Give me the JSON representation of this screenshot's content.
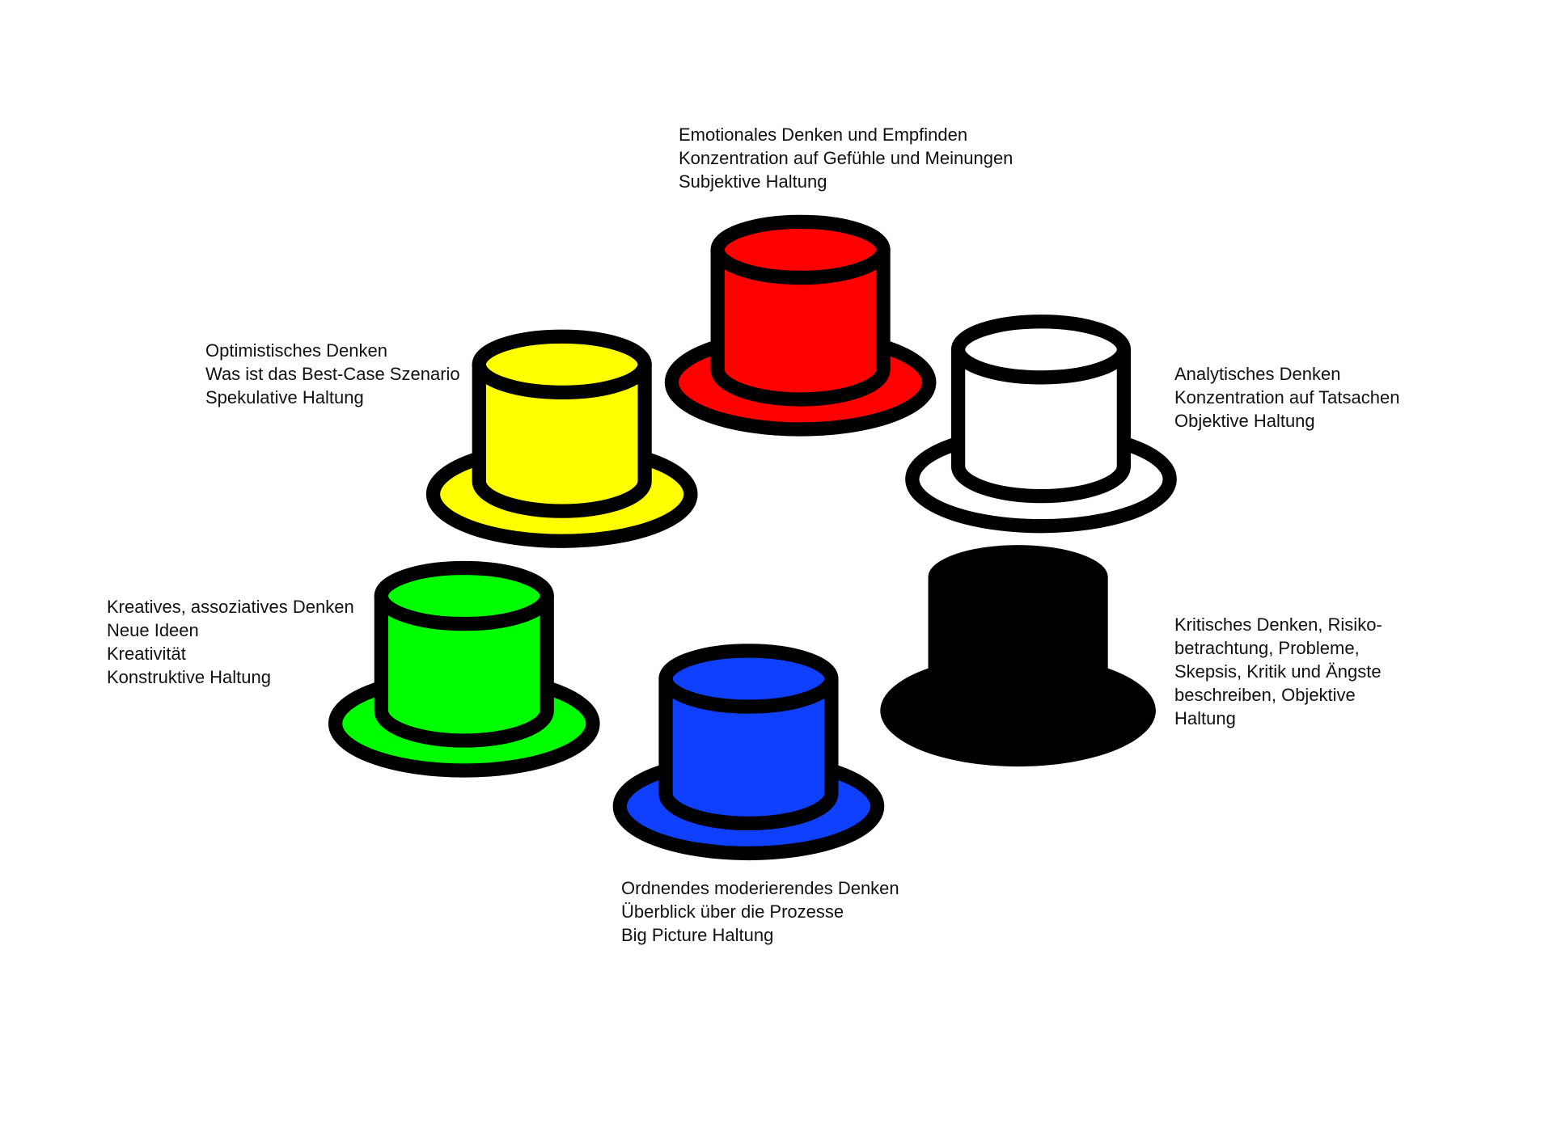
{
  "hats": [
    {
      "id": "red",
      "color": "#ff0000",
      "lines": [
        "Emotionales Denken und Empfinden",
        "Konzentration auf Gefühle und Meinungen",
        "Subjektive Haltung"
      ]
    },
    {
      "id": "yellow",
      "color": "#ffff00",
      "lines": [
        "Optimistisches Denken",
        "Was ist das Best-Case Szenario",
        "Spekulative Haltung"
      ]
    },
    {
      "id": "white",
      "color": "#ffffff",
      "lines": [
        "Analytisches Denken",
        "Konzentration auf Tatsachen",
        "Objektive Haltung"
      ]
    },
    {
      "id": "green",
      "color": "#00ff00",
      "lines": [
        "Kreatives, assoziatives Denken",
        "Neue Ideen",
        "Kreativität",
        "Konstruktive Haltung"
      ]
    },
    {
      "id": "black",
      "color": "#000000",
      "lines": [
        "Kritisches Denken, Risiko-",
        "betrachtung, Probleme,",
        "Skepsis, Kritik und Ängste",
        "beschreiben, Objektive",
        "Haltung"
      ]
    },
    {
      "id": "blue",
      "color": "#1040ff",
      "lines": [
        "Ordnendes moderierendes Denken",
        "Überblick über die Prozesse",
        "Big Picture Haltung"
      ]
    }
  ]
}
